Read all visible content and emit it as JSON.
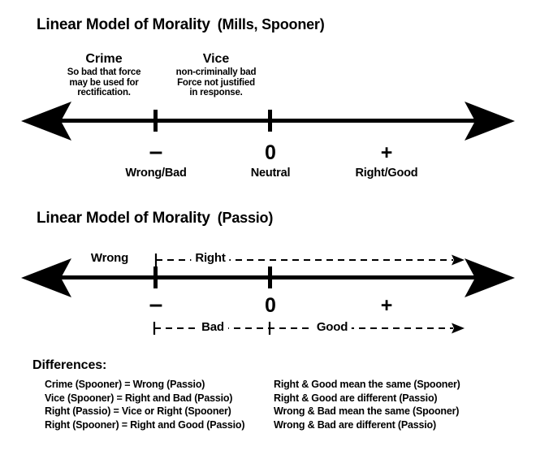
{
  "diagram": {
    "title": "Linear Model of Morality comparison",
    "accent_color": "#000000",
    "background_color": "#ffffff"
  },
  "section1": {
    "title_main": "Linear Model of Morality",
    "title_paren": "(Mills, Spooner)",
    "descriptors": [
      {
        "term": "Crime",
        "gloss_lines": [
          "So bad that force",
          "may be used for",
          "rectification."
        ]
      },
      {
        "term": "Vice",
        "gloss_lines": [
          "non-criminally bad",
          "Force not justified",
          "in response."
        ]
      }
    ],
    "axis": {
      "signs": [
        "–",
        "0",
        "+"
      ],
      "labels": [
        "Wrong/Bad",
        "Neutral",
        "Right/Good"
      ]
    }
  },
  "section2": {
    "title_main": "Linear Model of Morality",
    "title_paren": "(Passio)",
    "above_axis": {
      "wrong_label": "Wrong",
      "right_label": "Right"
    },
    "axis": {
      "signs": [
        "–",
        "0",
        "+"
      ]
    },
    "below_axis": {
      "bad_label": "Bad",
      "good_label": "Good"
    }
  },
  "differences": {
    "heading": "Differences:",
    "left_column": [
      "Crime (Spooner) = Wrong (Passio)",
      "Vice (Spooner) = Right and Bad (Passio)",
      "Right (Passio) = Vice or Right (Spooner)",
      "Right (Spooner) = Right and Good (Passio)"
    ],
    "right_column": [
      "Right & Good mean the same (Spooner)",
      "Right & Good are different (Passio)",
      "Wrong & Bad mean the same (Spooner)",
      "Wrong & Bad are different (Passio)"
    ]
  }
}
